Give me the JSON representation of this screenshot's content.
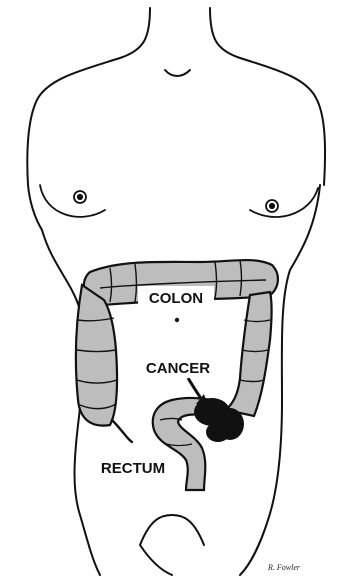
{
  "labels": {
    "colon": "COLON",
    "cancer": "CANCER",
    "rectum": "RECTUM"
  },
  "signature": "R. Fowler",
  "colors": {
    "outline": "#111111",
    "colon_fill": "#bdbdbd",
    "tumor": "#111111",
    "label_box": "#ffffff"
  }
}
